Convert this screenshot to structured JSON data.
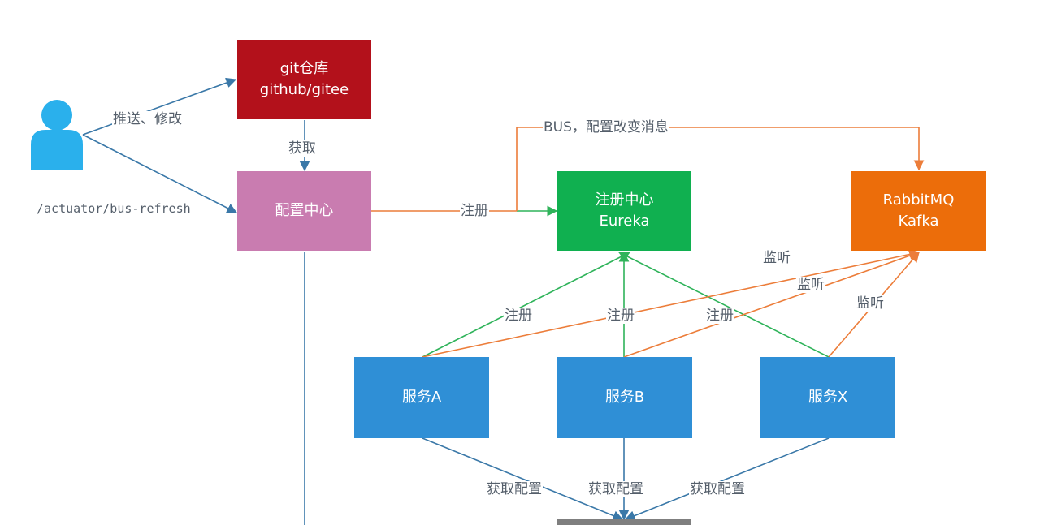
{
  "nodes": {
    "git": {
      "line1": "git仓库",
      "line2": "github/gitee",
      "color": "#b3111b"
    },
    "config": {
      "label": "配置中心",
      "color": "#c97cb0"
    },
    "eureka": {
      "line1": "注册中心",
      "line2": "Eureka",
      "color": "#10b050"
    },
    "mq": {
      "line1": "RabbitMQ",
      "line2": "Kafka",
      "color": "#ec6d0a"
    },
    "svcA": {
      "label": "服务A",
      "color": "#2f8fd6"
    },
    "svcB": {
      "label": "服务B",
      "color": "#2f8fd6"
    },
    "svcX": {
      "label": "服务X",
      "color": "#2f8fd6"
    }
  },
  "edges": {
    "push_modify": "推送、修改",
    "fetch": "获取",
    "refresh": "/actuator/bus-refresh",
    "register_config": "注册",
    "bus_message": "BUS，配置改变消息",
    "register_a": "注册",
    "register_b": "注册",
    "register_x": "注册",
    "listen_1": "监听",
    "listen_2": "监听",
    "listen_3": "监听",
    "get_config_a": "获取配置",
    "get_config_b": "获取配置",
    "get_config_x": "获取配置"
  },
  "colors": {
    "blue_line": "#3a78a8",
    "orange_line": "#ec7d3a",
    "green_line": "#2fb35a",
    "user_icon": "#2ab0ec",
    "bottom_box": "#7f7f7f"
  }
}
